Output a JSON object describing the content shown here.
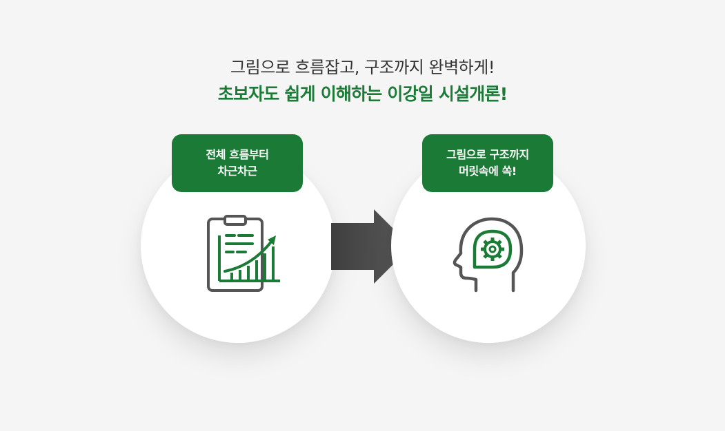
{
  "headline": "그림으로 흐름잡고, 구조까지 완벽하게!",
  "subheadline": "초보자도 쉽게 이해하는 이강일 시설개론!",
  "left_card": {
    "badge_lines": [
      "전체 흐름부터",
      "차근차근"
    ],
    "icon": "clipboard-growth-chart-icon"
  },
  "right_card": {
    "badge_lines": [
      "그림으로 구조까지",
      "머릿속에 쏙!"
    ],
    "icon": "head-gear-icon"
  },
  "connector_icon": "right-arrow-icon",
  "colors": {
    "background": "#f5f5f5",
    "accent_green": "#1a7a36",
    "icon_gray": "#555555",
    "headline_text": "#333333"
  }
}
